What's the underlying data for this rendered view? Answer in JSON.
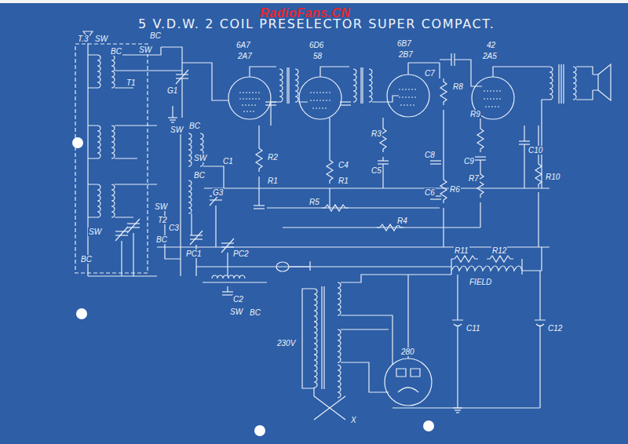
{
  "diagram": {
    "title": "5 V.D.W. 2 COIL PRESELECTOR SUPER COMPACT.",
    "labels": [
      "RadioFans.CN",
      "6A7",
      "2A7",
      "6D6",
      "58",
      "6B7",
      "2B7",
      "42",
      "2A5",
      "T.3",
      "SW",
      "BC",
      "SW",
      "BC",
      "T1",
      "G1",
      "C1",
      "R2",
      "R1",
      "C4",
      "R1",
      "R5",
      "R4",
      "R3",
      "C5",
      "C7",
      "R8",
      "R6",
      "C8",
      "C6",
      "R9",
      "C9",
      "R7",
      "C10",
      "R10",
      "SW",
      "BC",
      "SW",
      "BC",
      "G3",
      "T2",
      "SW",
      "BC",
      "C3",
      "SW",
      "BC",
      "PC1",
      "PC2",
      "C2",
      "SW",
      "BC",
      "R11",
      "R12",
      "FIELD",
      "280",
      "C11",
      "C12",
      "230V",
      "X"
    ]
  }
}
